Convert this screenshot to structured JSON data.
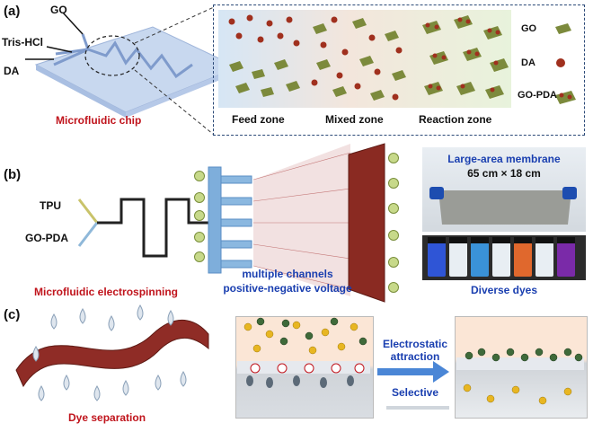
{
  "panel_a": {
    "letter": "(a)",
    "inputs": [
      "GO",
      "Tris-HCl",
      "DA"
    ],
    "chip_caption": "Microfluidic chip",
    "zones": [
      "Feed zone",
      "Mixed zone",
      "Reaction zone"
    ],
    "legend": [
      "GO",
      "DA",
      "GO-PDA"
    ]
  },
  "panel_b": {
    "letter": "(b)",
    "inputs": [
      "TPU",
      "GO-PDA"
    ],
    "caption": "Microfluidic electrospinning",
    "channels_line1": "multiple channels",
    "channels_line2": "positive-negative voltage",
    "membrane_title": "Large-area membrane",
    "membrane_size": "65 cm × 18 cm",
    "dyes_caption": "Diverse dyes"
  },
  "panel_c": {
    "letter": "(c)",
    "caption": "Dye separation",
    "arrow_label1_line1": "Electrostatic",
    "arrow_label1_line2": "attraction",
    "arrow_label2": "Selective"
  },
  "colors": {
    "caption_red": "#c0141c",
    "caption_blue": "#1a3fb0",
    "go_flake": "#7c8a3c",
    "da_particle": "#a0301e",
    "chip_blue": "#b9cdea"
  }
}
